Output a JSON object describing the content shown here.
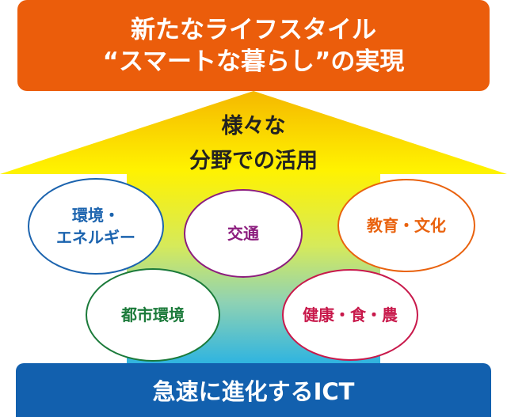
{
  "top_box": {
    "line1": "新たなライフスタイル",
    "line2": "“スマートな暮らし”の実現",
    "color": "#eb5d0b"
  },
  "arrow": {
    "line1": "様々な",
    "line2": "分野での活用",
    "gradient_colors": [
      "#f5b800",
      "#fff200",
      "#22b0e6"
    ]
  },
  "fields": [
    {
      "id": "env-energy",
      "lines": [
        "環境・",
        "エネルギー"
      ],
      "color": "#1b63ae"
    },
    {
      "id": "transport",
      "lines": [
        "交通"
      ],
      "color": "#8c1d7e"
    },
    {
      "id": "education",
      "lines": [
        "教育・文化"
      ],
      "color": "#e9620e"
    },
    {
      "id": "urban",
      "lines": [
        "都市環境"
      ],
      "color": "#1b7a3a"
    },
    {
      "id": "health",
      "lines": [
        "健康・食・農"
      ],
      "color": "#c8194b"
    }
  ],
  "bottom_box": {
    "label": "急速に進化するICT",
    "color": "#1260ae"
  }
}
